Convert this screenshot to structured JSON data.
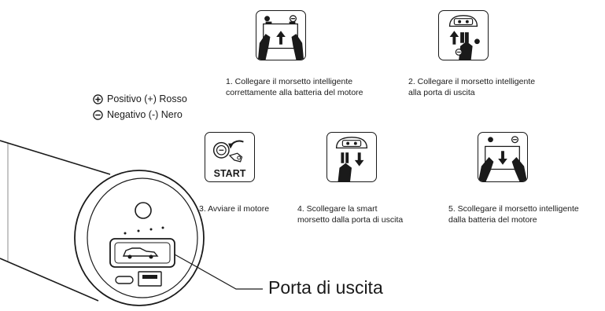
{
  "legend": {
    "positive": "Positivo (+) Rosso",
    "negative": "Negativo (-) Nero"
  },
  "steps": [
    {
      "caption_line1": "1. Collegare il morsetto intelligente",
      "caption_line2": "correttamente alla batteria del motore"
    },
    {
      "caption_line1": "2. Collegare il morsetto intelligente",
      "caption_line2": "alla porta di uscita"
    },
    {
      "caption_line1": "3. Avviare il motore",
      "caption_line2": ""
    },
    {
      "caption_line1": "4. Scollegare la smart",
      "caption_line2": "morsetto dalla porta di uscita"
    },
    {
      "caption_line1": "5. Scollegare il morsetto intelligente",
      "caption_line2": "dalla batteria del motore"
    }
  ],
  "start_label": "START",
  "port_label": "Porta di uscita",
  "icons": {
    "positive": "plus-circle-icon",
    "negative": "minus-circle-icon"
  }
}
